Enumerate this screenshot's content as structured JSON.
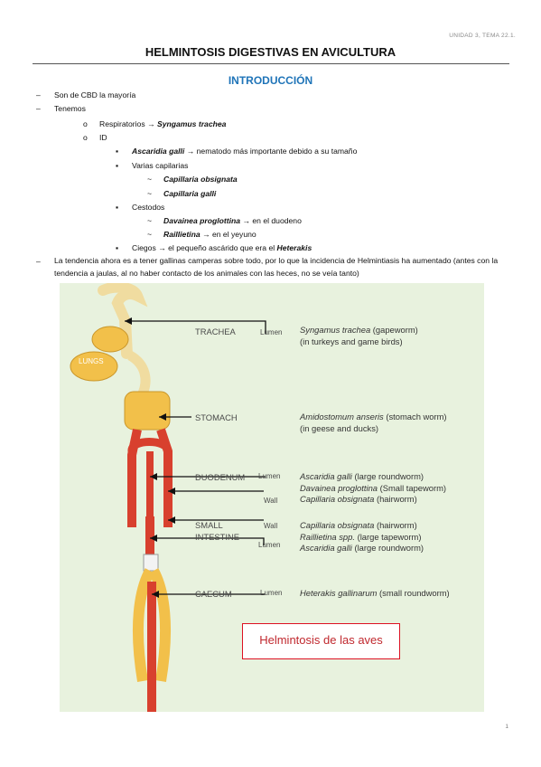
{
  "header": {
    "unit": "UNIDAD 3, TEMA 22.1."
  },
  "title": "HELMINTOSIS DIGESTIVAS EN AVICULTURA",
  "subtitle": "INTRODUCCIÓN",
  "bullets": {
    "b1": "Son de CBD la mayoría",
    "b2": "Tenemos",
    "resp_prefix": "Respiratorios → ",
    "resp_species": "Syngamus trachea",
    "id": "ID",
    "ascaridia_name": "Ascaridia galli",
    "ascaridia_text": " → nematodo más importante debido a su tamaño",
    "capilarias": "Varias capilarias",
    "cap_obsignata": "Capillaria obsignata",
    "cap_galli": "Capillaria galli",
    "cestodos": "Cestodos",
    "davainea_name": "Davainea proglottina",
    "davainea_text": " → en el duodeno",
    "raillietina_name": "Raillietina",
    "raillietina_text": " → en el yeyuno",
    "ciegos_text": "Ciegos → el pequeño ascárido que era el ",
    "ciegos_name": "Heterakis",
    "tendencia": "La tendencia ahora es a tener gallinas camperas sobre todo, por lo que la incidencia de Helmintiasis ha aumentado (antes con la tendencia a jaulas, al no haber contacto de los animales con las heces, no se veía tanto)"
  },
  "figure": {
    "organs": {
      "trachea": "TRACHEA",
      "lungs": "LUNGS",
      "stomach": "STOMACH",
      "duodenum": "DUODENUM",
      "small": "SMALL",
      "intestine": "INTESTINE",
      "caecum": "CAECUM"
    },
    "sites": {
      "lumen": "Lumen",
      "wall": "Wall"
    },
    "species": {
      "trachea_name": "Syngamus trachea",
      "trachea_common": " (gapeworm)",
      "trachea_host": "(in turkeys and game birds)",
      "stomach_name": "Amidostomum anseris",
      "stomach_common": " (stomach worm)",
      "stomach_host": "(in geese and ducks)",
      "duo1_name": "Ascaridia galli",
      "duo1_common": " (large roundworm)",
      "duo2_name": "Davainea proglottina",
      "duo2_common": " (Small tapeworm)",
      "duo3_name": "Capillaria obsignata",
      "duo3_common": " (hairworm)",
      "si1_name": "Capillaria obsignata",
      "si1_common": " (hairworm)",
      "si2_name": "Raillietina spp.",
      "si2_common": " (large tapeworm)",
      "si3_name": "Ascaridia galli",
      "si3_common": " (large roundworm)",
      "caecum_name": "Heterakis gallinarum",
      "caecum_common": " (small roundworm)"
    },
    "legend": "Helmintosis de las aves",
    "colors": {
      "background": "#e8f2de",
      "organ_yellow": "#f2c04a",
      "intestine_red": "#d8402e",
      "legend_red": "#c0282e"
    }
  },
  "page_number": "1"
}
